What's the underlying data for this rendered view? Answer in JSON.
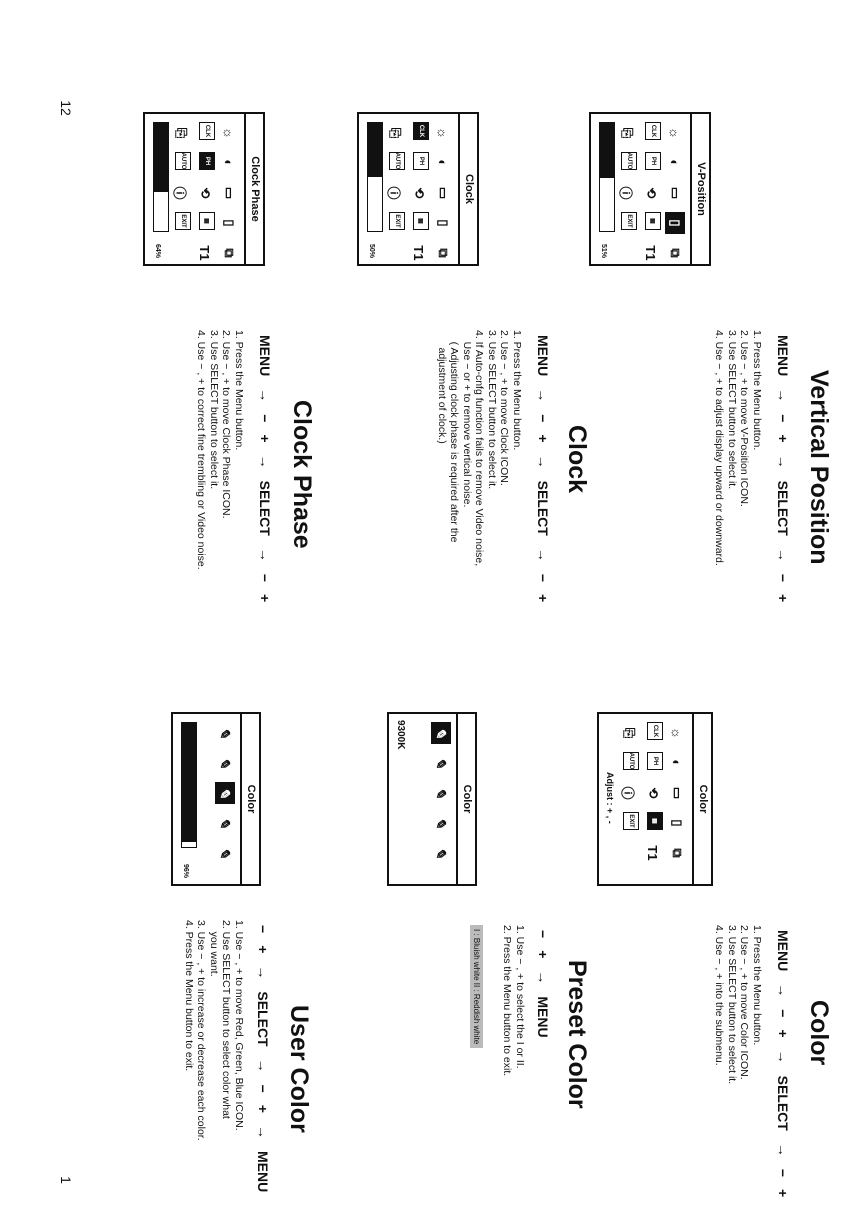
{
  "page_number": "12",
  "corner_mark": "1",
  "sections": {
    "vpos": {
      "title": "Vertical Position",
      "flow": [
        "MENU",
        "−",
        "+",
        "SELECT",
        "−",
        "+"
      ],
      "steps": [
        "1. Press the Menu button.",
        "2. Use − , + to move V-Position ICON.",
        "3. Use SELECT button to select it.",
        "4. Use − , + to adjust display upward or downward."
      ],
      "osd_title": "V-Position",
      "percent": "51%",
      "level": 0.51
    },
    "clock": {
      "title": "Clock",
      "flow": [
        "MENU",
        "−",
        "+",
        "SELECT",
        "−",
        "+"
      ],
      "steps": [
        "1. Press the Menu button.",
        "2. Use − , + to move Clock ICON.",
        "3. Use SELECT button to select it.",
        "4. If Auto-cnfg function fails to remove Video noise,",
        "    Use − or + to remove vertical noise.",
        "    ( Adjusting clock phase is required after the",
        "      adjustment of clock.)"
      ],
      "osd_title": "Clock",
      "percent": "50%",
      "level": 0.5
    },
    "phase": {
      "title": "Clock Phase",
      "flow": [
        "MENU",
        "−",
        "+",
        "SELECT",
        "−",
        "+"
      ],
      "steps": [
        "1. Press the Menu button.",
        "2. Use − , + to move Clock Phase ICON.",
        "3. Use SELECT button to select it.",
        "4. Use − , + to correct fine trembling or Video noise."
      ],
      "osd_title": "Clock Phase",
      "percent": "64%",
      "level": 0.64
    },
    "color": {
      "title": "Color",
      "flow": [
        "MENU",
        "−",
        "+",
        "SELECT",
        "−",
        "+"
      ],
      "steps": [
        "1. Press the Menu button.",
        "2. Use − , + to move Color ICON.",
        "3. Use SELECT button to select it.",
        "4. Use − , + into the submenu."
      ],
      "osd_title": "Color",
      "adjust": "Adjust : + , -"
    },
    "preset": {
      "title": "Preset Color",
      "flow": [
        "−",
        "+",
        "MENU"
      ],
      "steps": [
        "1. Use − , + to select the I or II.",
        "2. Press the Menu button to exit."
      ],
      "osd_title": "Color",
      "value": "9300K",
      "note": "I : Bluish white    II : Reddish white"
    },
    "user": {
      "title": "User Color",
      "flow": [
        "−",
        "+",
        "SELECT",
        "−",
        "+",
        "MENU"
      ],
      "steps": [
        "1. Use − , + to move Red, Green, Blue ICON.",
        "2. Use SELECT button to select color what",
        "    you want.",
        "3. Use − , + to increase or decrease each color.",
        "4. Press the Menu button to exit."
      ],
      "osd_title": "Color",
      "percent": "96%",
      "level": 0.96
    }
  },
  "icons": {
    "row1": [
      "sun-icon",
      "contrast-icon",
      "h-position-icon",
      "v-position-icon",
      "size-icon"
    ],
    "row2": [
      "clock-icon",
      "phase-icon",
      "recall-icon",
      "color-icon",
      "language-icon"
    ],
    "row3": [
      "osd-icon",
      "auto-icon",
      "info-icon",
      "exit-icon",
      ""
    ]
  },
  "icon_labels": {
    "clk": "CLK",
    "ph": "PH",
    "auto": "AUTO",
    "exit": "EXIT",
    "tt": "T1"
  }
}
